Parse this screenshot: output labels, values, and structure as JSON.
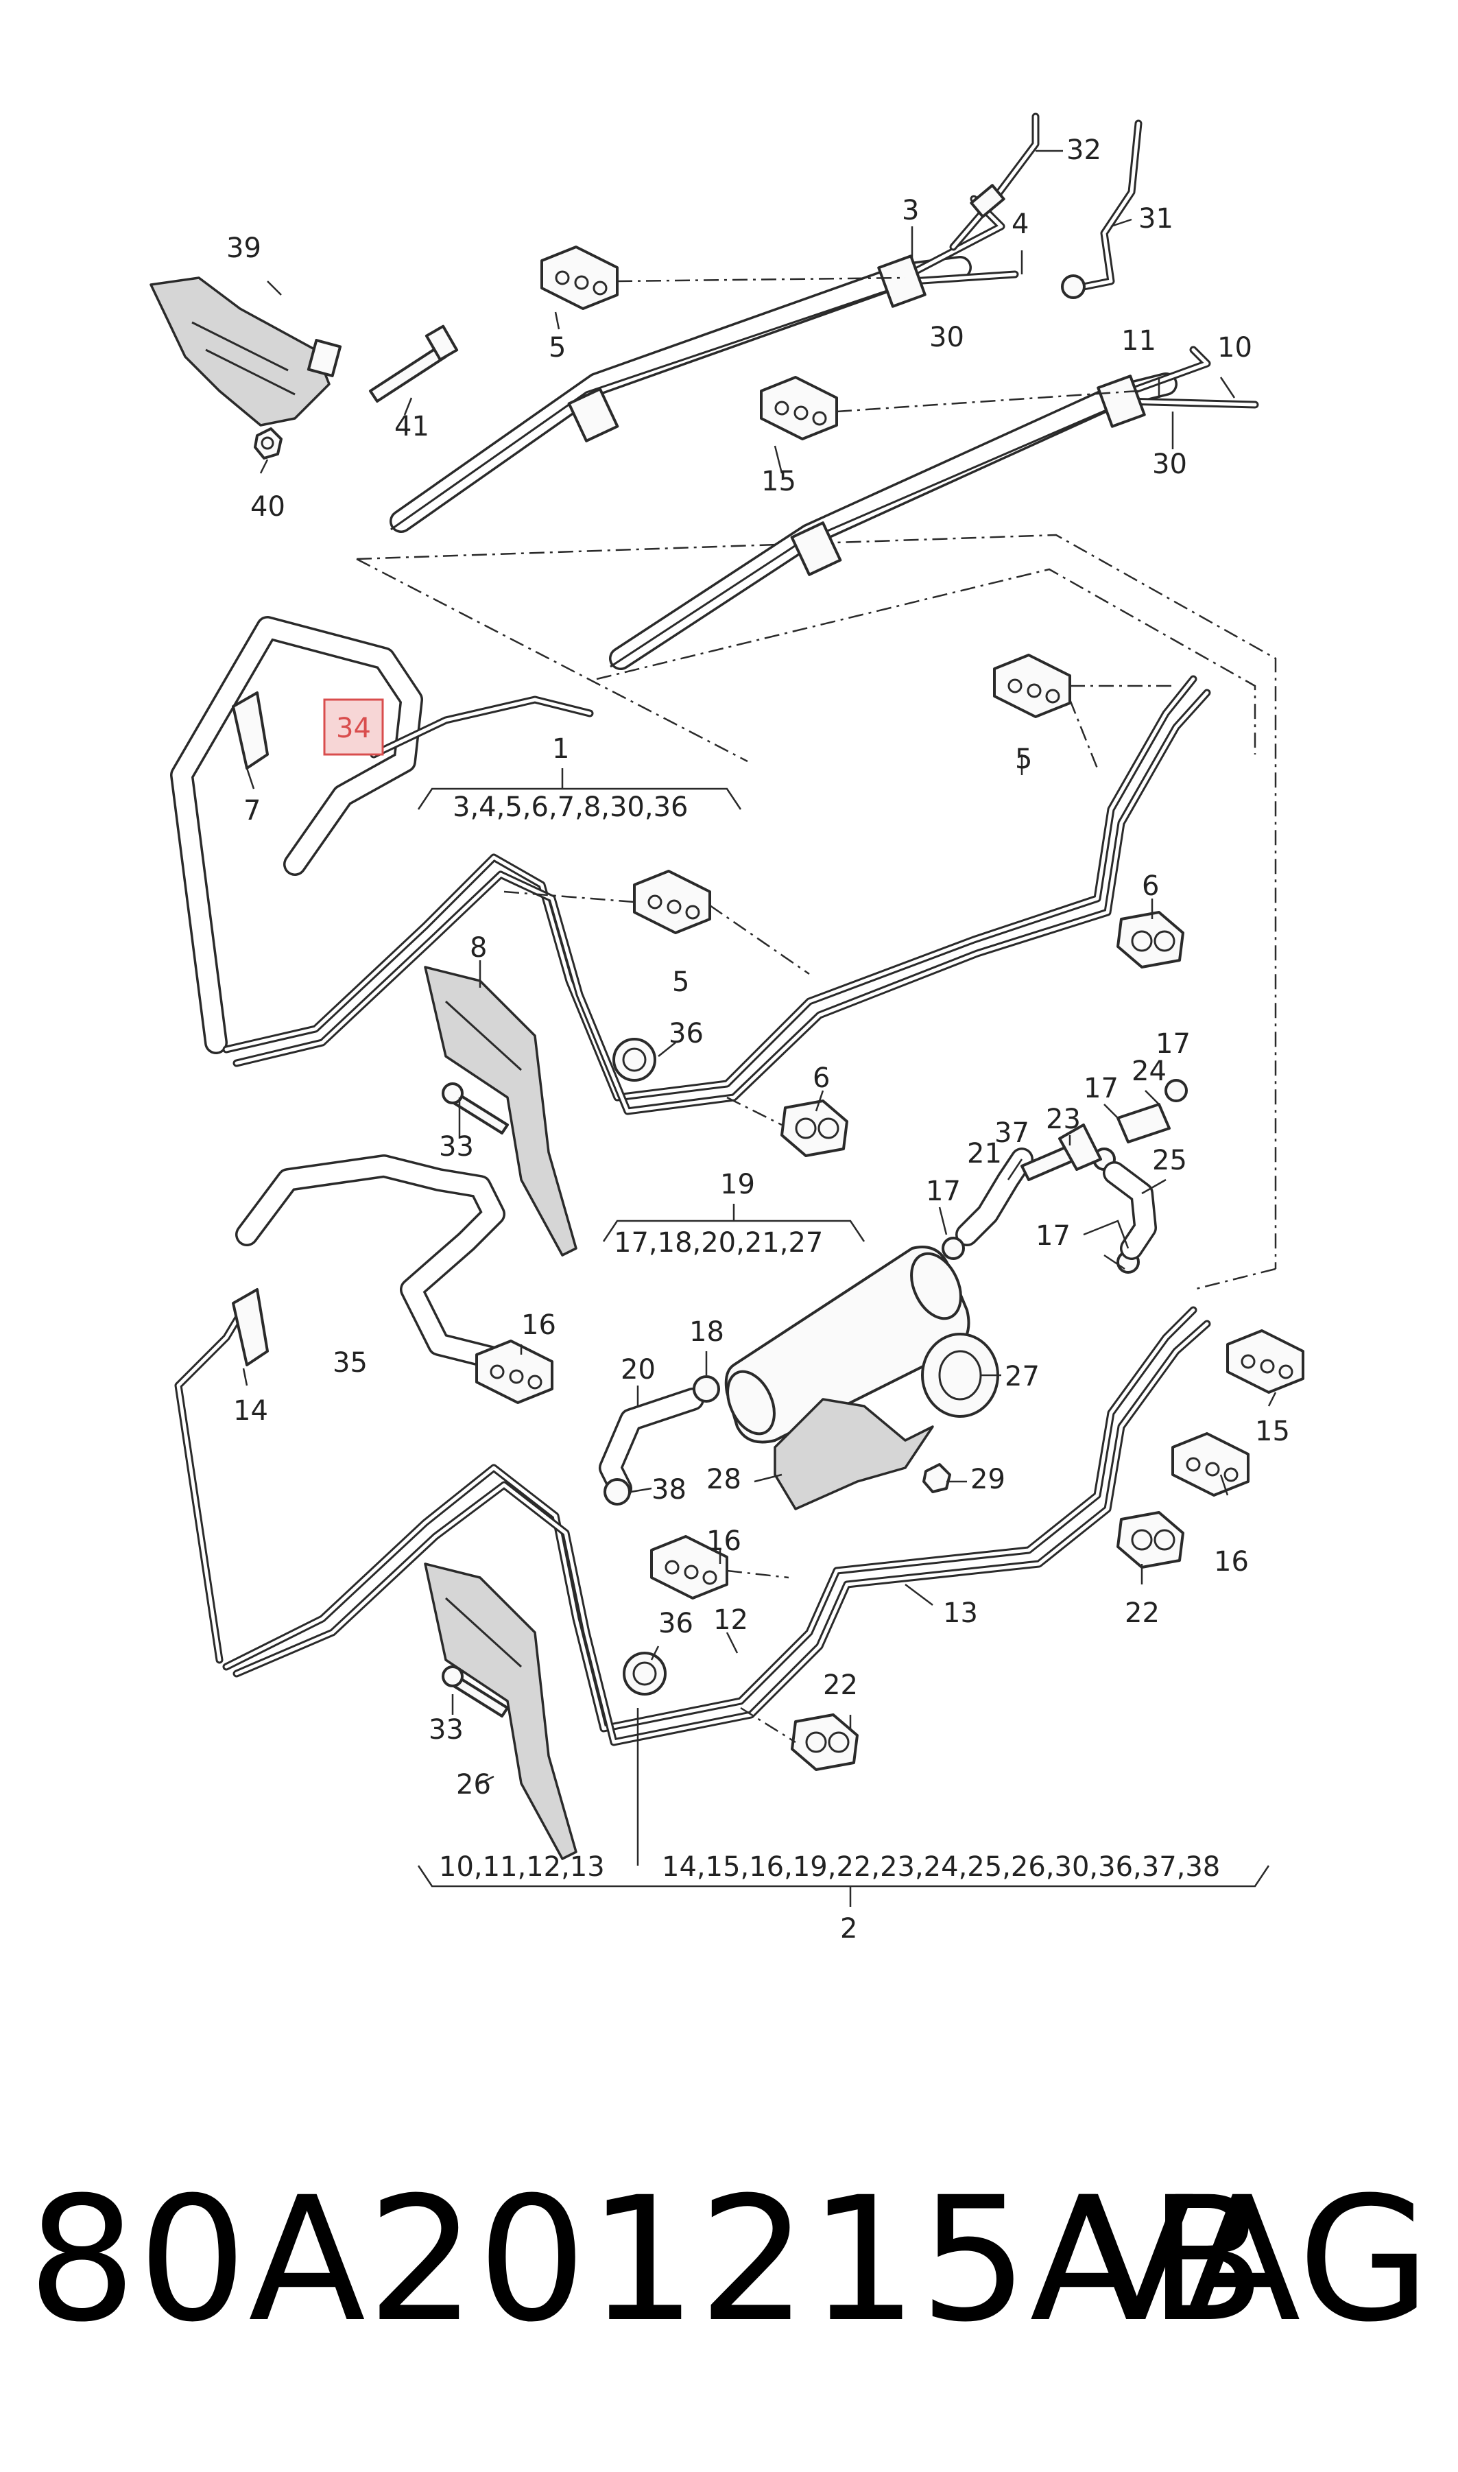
{
  "part_number": "80A201215AB",
  "brand": "VAG",
  "callouts": {
    "c1": "1",
    "c1_parts": "3,4,5,6,7,8,30,36",
    "c2": "2",
    "c2_left": "10,11,12,13",
    "c2_right": "14,15,16,19,22,23,24,25,26,30,36,37,38",
    "c3": "3",
    "c4": "4",
    "c5a": "5",
    "c5b": "5",
    "c5c": "5",
    "c6a": "6",
    "c6b": "6",
    "c7": "7",
    "c8": "8",
    "c10": "10",
    "c11": "11",
    "c12": "12",
    "c13": "13",
    "c14": "14",
    "c15a": "15",
    "c15b": "15",
    "c16a": "16",
    "c16b": "16",
    "c16c": "16",
    "c17a": "17",
    "c17b": "17",
    "c17c": "17",
    "c17d": "17",
    "c18": "18",
    "c19": "19",
    "c19_parts": "17,18,20,21,27",
    "c20": "20",
    "c21": "21",
    "c22a": "22",
    "c22b": "22",
    "c23": "23",
    "c24": "24",
    "c25": "25",
    "c26": "26",
    "c27": "27",
    "c28": "28",
    "c29": "29",
    "c30a": "30",
    "c30b": "30",
    "c31": "31",
    "c32": "32",
    "c33a": "33",
    "c33b": "33",
    "c34": "34",
    "c35": "35",
    "c36a": "36",
    "c36b": "36",
    "c37": "37",
    "c38": "38",
    "c39": "39",
    "c40": "40",
    "c41": "41"
  },
  "highlight": {
    "callout": "34",
    "color": "#d94d4d"
  }
}
